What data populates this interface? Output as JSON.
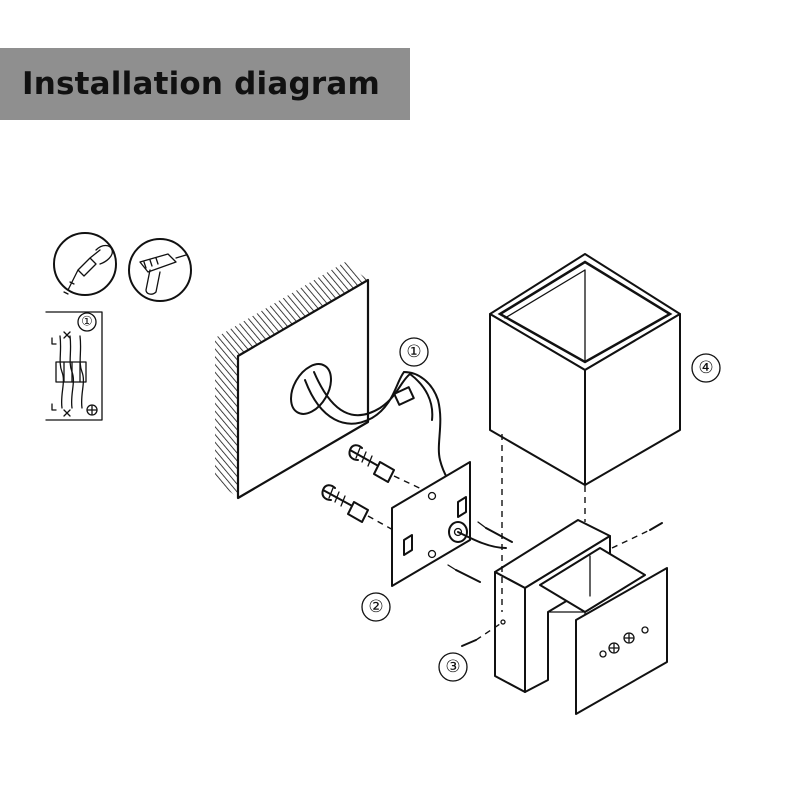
{
  "title": "Installation diagram",
  "callouts": {
    "one": "①",
    "two": "②",
    "three": "③",
    "four": "④"
  },
  "icons": [
    "wire-stripper-icon",
    "electric-drill-icon",
    "wiring-connector-icon"
  ],
  "colors": {
    "banner": "#8f8f8f",
    "ink": "#111111",
    "background": "#ffffff"
  }
}
